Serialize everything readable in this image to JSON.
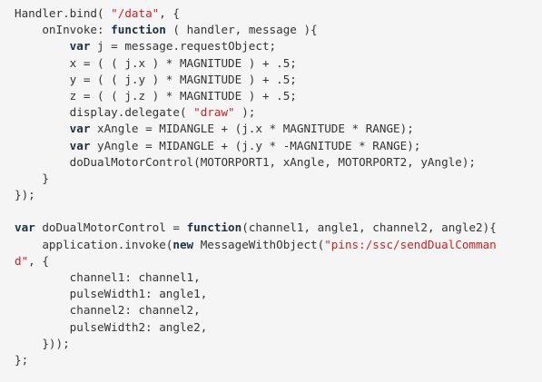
{
  "code": {
    "language": "javascript",
    "lines": [
      [
        {
          "t": "Handler.bind( ",
          "k": "plain"
        },
        {
          "t": "\"/data\"",
          "k": "str"
        },
        {
          "t": ", {",
          "k": "plain"
        }
      ],
      [
        {
          "t": "    onInvoke: ",
          "k": "plain"
        },
        {
          "t": "function",
          "k": "kw"
        },
        {
          "t": " ( handler, message ){",
          "k": "plain"
        }
      ],
      [
        {
          "t": "        ",
          "k": "plain"
        },
        {
          "t": "var",
          "k": "kw"
        },
        {
          "t": " j = message.requestObject;",
          "k": "plain"
        }
      ],
      [
        {
          "t": "        x = ( ( j.x ) * MAGNITUDE ) + .5;",
          "k": "plain"
        }
      ],
      [
        {
          "t": "        y = ( ( j.y ) * MAGNITUDE ) + .5;",
          "k": "plain"
        }
      ],
      [
        {
          "t": "        z = ( ( j.z ) * MAGNITUDE ) + .5;",
          "k": "plain"
        }
      ],
      [
        {
          "t": "        display.delegate( ",
          "k": "plain"
        },
        {
          "t": "\"draw\"",
          "k": "str"
        },
        {
          "t": " );",
          "k": "plain"
        }
      ],
      [
        {
          "t": "        ",
          "k": "plain"
        },
        {
          "t": "var",
          "k": "kw"
        },
        {
          "t": " xAngle = MIDANGLE + (j.x * MAGNITUDE * RANGE);",
          "k": "plain"
        }
      ],
      [
        {
          "t": "        ",
          "k": "plain"
        },
        {
          "t": "var",
          "k": "kw"
        },
        {
          "t": " yAngle = MIDANGLE + (j.y * -MAGNITUDE * RANGE);",
          "k": "plain"
        }
      ],
      [
        {
          "t": "        doDualMotorControl(MOTORPORT1, xAngle, MOTORPORT2, yAngle);",
          "k": "plain"
        }
      ],
      [
        {
          "t": "    }",
          "k": "plain"
        }
      ],
      [
        {
          "t": "});",
          "k": "plain"
        }
      ],
      [],
      [
        {
          "t": "var",
          "k": "kw"
        },
        {
          "t": " doDualMotorControl = ",
          "k": "plain"
        },
        {
          "t": "function",
          "k": "kw"
        },
        {
          "t": "(channel1, angle1, channel2, angle2){",
          "k": "plain"
        }
      ],
      [
        {
          "t": "    application.invoke(",
          "k": "plain"
        },
        {
          "t": "new",
          "k": "kw"
        },
        {
          "t": " MessageWithObject(",
          "k": "plain"
        },
        {
          "t": "\"pins:/ssc/sendDualComman",
          "k": "str"
        }
      ],
      [
        {
          "t": "d\"",
          "k": "str"
        },
        {
          "t": ", {",
          "k": "plain"
        }
      ],
      [
        {
          "t": "        channel1: channel1,",
          "k": "plain"
        }
      ],
      [
        {
          "t": "        pulseWidth1: angle1,",
          "k": "plain"
        }
      ],
      [
        {
          "t": "        channel2: channel2,",
          "k": "plain"
        }
      ],
      [
        {
          "t": "        pulseWidth2: angle2,",
          "k": "plain"
        }
      ],
      [
        {
          "t": "    }));",
          "k": "plain"
        }
      ],
      [
        {
          "t": "};",
          "k": "plain"
        }
      ]
    ]
  }
}
